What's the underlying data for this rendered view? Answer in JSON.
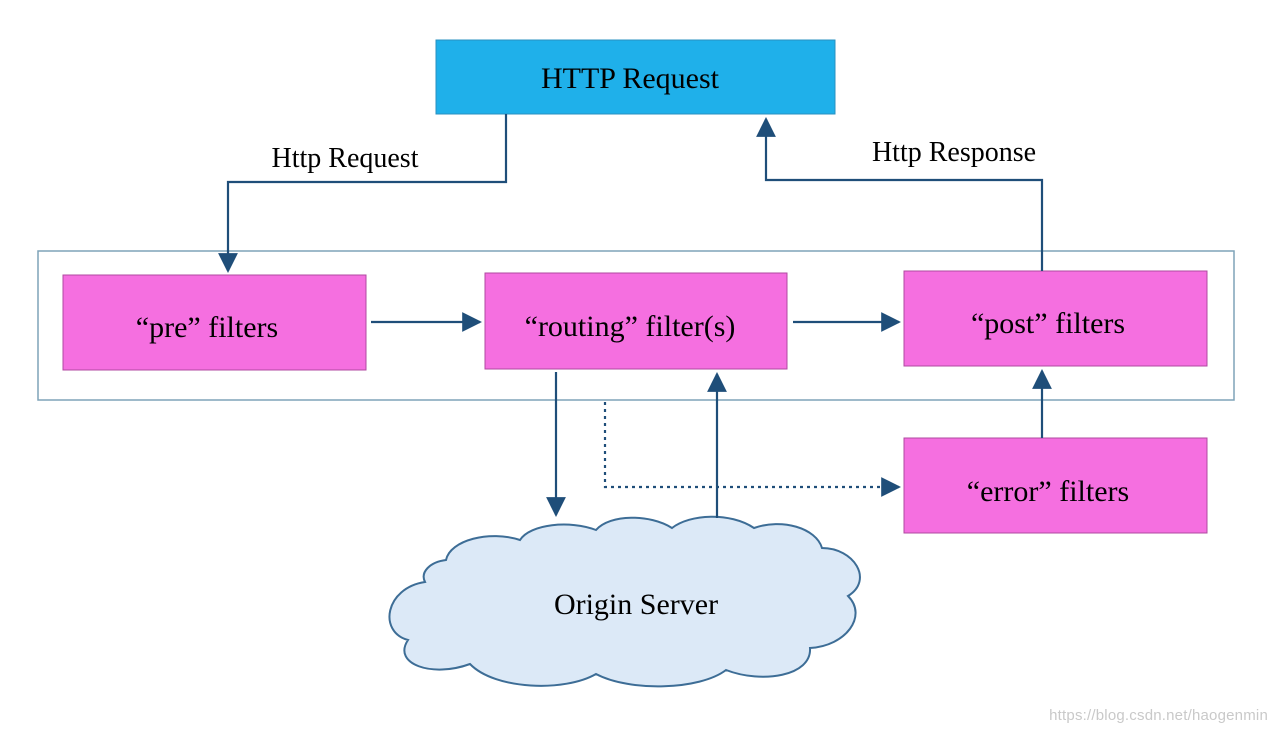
{
  "nodes": {
    "http_request_box": {
      "label": "HTTP Request",
      "fill": "#1fb0ea"
    },
    "pre_filters": {
      "label": "“pre” filters",
      "fill": "#f56fe0"
    },
    "routing_filters": {
      "label": "“routing” filter(s)",
      "fill": "#f56fe0"
    },
    "post_filters": {
      "label": "“post” filters",
      "fill": "#f56fe0"
    },
    "error_filters": {
      "label": "“error” filters",
      "fill": "#f56fe0"
    },
    "origin_server": {
      "label": "Origin Server",
      "fill": "#dce9f7"
    }
  },
  "edges": {
    "request_in": {
      "label": "Http Request"
    },
    "response_out": {
      "label": "Http Response"
    }
  },
  "colors": {
    "arrow": "#1f4e79",
    "filter_border": "#b04aa0",
    "container_border": "#7fa3b8",
    "cloud_stroke": "#3d6d96"
  },
  "watermark": "https://blog.csdn.net/haogenmin"
}
